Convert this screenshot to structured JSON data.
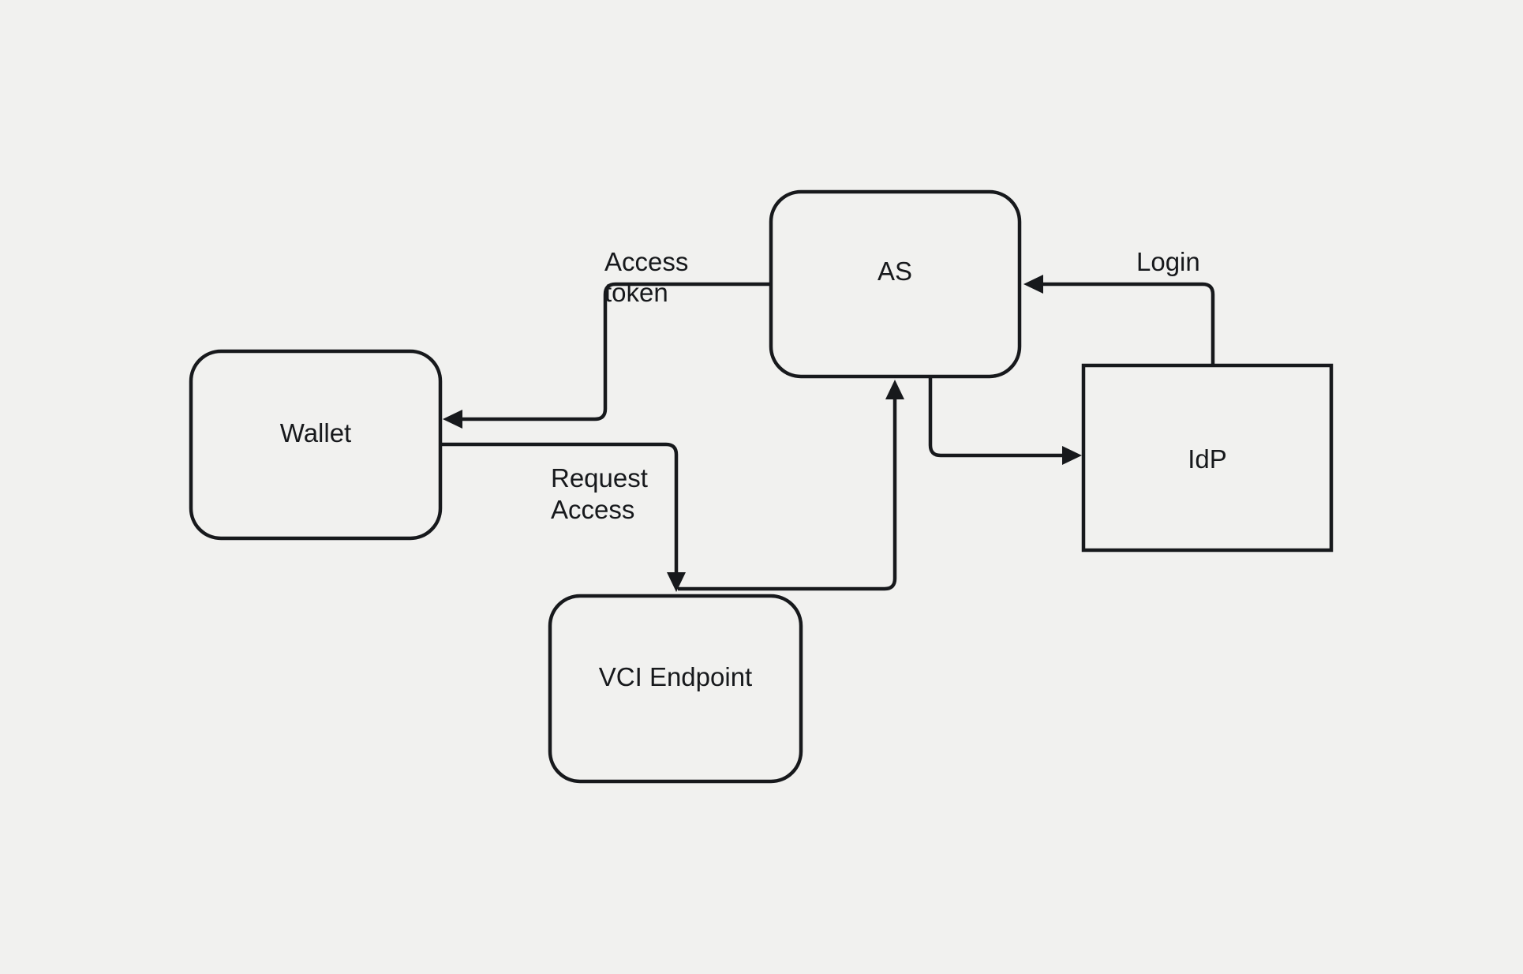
{
  "canvas": {
    "background": "#f1f1ef",
    "stroke_color": "#17191c",
    "text_color": "#17191c"
  },
  "nodes": {
    "as": {
      "label": "AS",
      "shape": "rounded-rectangle"
    },
    "wallet": {
      "label": "Wallet",
      "shape": "rounded-rectangle"
    },
    "idp": {
      "label": "IdP",
      "shape": "rectangle"
    },
    "vci_endpoint": {
      "label": "VCI Endpoint",
      "shape": "rounded-rectangle"
    }
  },
  "edges": {
    "access_token": {
      "from": "AS",
      "to": "Wallet",
      "label": "Access token",
      "lines": [
        "Access",
        "token"
      ]
    },
    "request_access": {
      "from": "Wallet",
      "to": "VCI Endpoint",
      "label": "Request Access",
      "lines": [
        "Request",
        "Access"
      ]
    },
    "vci_to_as": {
      "from": "VCI Endpoint",
      "to": "AS",
      "label": ""
    },
    "as_to_idp": {
      "from": "AS",
      "to": "IdP",
      "label": ""
    },
    "login": {
      "from": "IdP",
      "to": "AS",
      "label": "Login",
      "lines": [
        "Login"
      ]
    }
  }
}
